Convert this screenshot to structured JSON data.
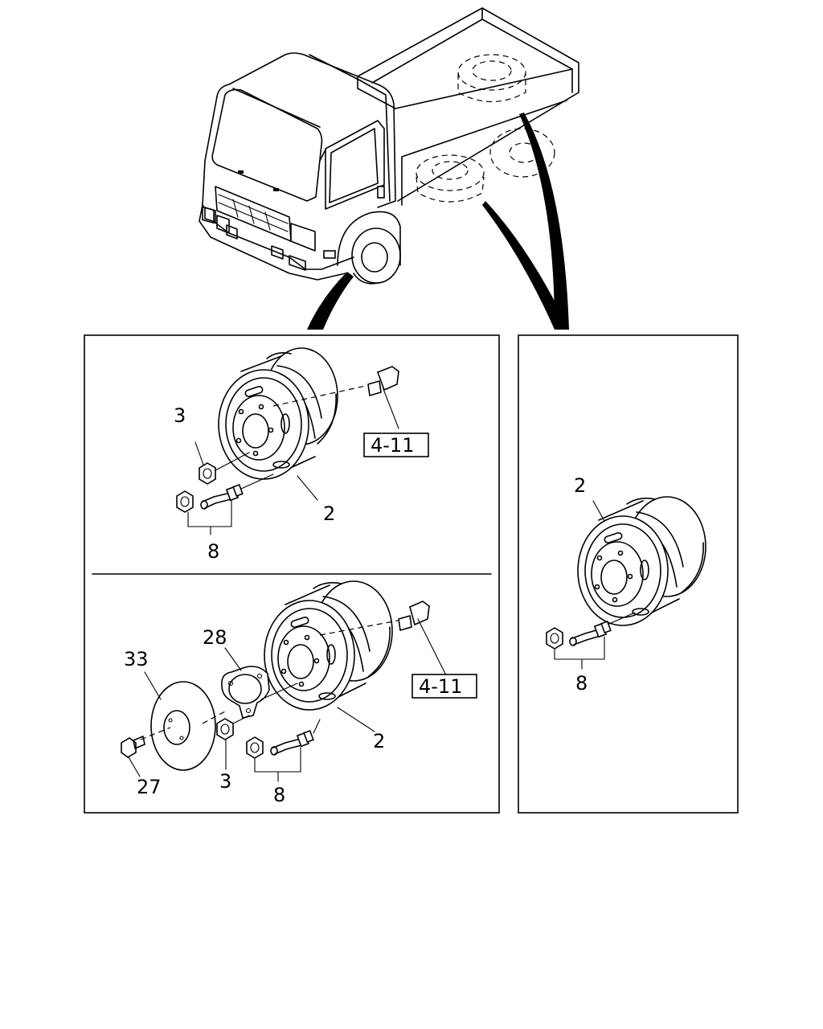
{
  "callouts": {
    "top_left": {
      "part_3": "3",
      "part_2": "2",
      "part_8": "8",
      "ref": "4-11"
    },
    "bottom_left": {
      "part_33": "33",
      "part_28": "28",
      "part_27": "27",
      "part_3": "3",
      "part_8": "8",
      "part_2": "2",
      "ref": "4-11"
    },
    "right": {
      "part_2": "2",
      "part_8": "8"
    }
  }
}
